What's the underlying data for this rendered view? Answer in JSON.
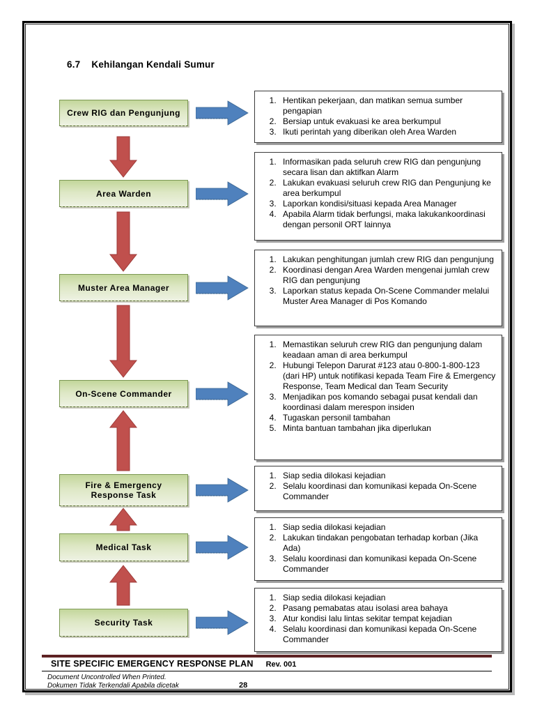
{
  "document": {
    "heading": {
      "number": "6.7",
      "title": "Kehilangan Kendali Sumur"
    }
  },
  "flow": {
    "sections": [
      {
        "node": "Crew RIG dan Pengunjung",
        "items": [
          "Hentikan pekerjaan, dan matikan semua sumber pengapian",
          "Bersiap untuk evakuasi ke area berkumpul",
          "Ikuti perintah yang diberikan oleh Area Warden"
        ]
      },
      {
        "node": "Area Warden",
        "items": [
          "Informasikan pada seluruh crew RIG dan pengunjung secara lisan dan aktifkan Alarm",
          "Lakukan evakuasi seluruh crew RIG dan Pengunjung ke area berkumpul",
          "Laporkan kondisi/situasi kepada Area Manager",
          "Apabila Alarm tidak berfungsi, maka lakukankoordinasi dengan personil ORT lainnya"
        ]
      },
      {
        "node": "Muster Area Manager",
        "items": [
          "Lakukan penghitungan jumlah crew RIG dan pengunjung",
          "Koordinasi dengan Area Warden mengenai jumlah crew RIG dan pengunjung",
          "Laporkan status kepada On-Scene Commander melalui Muster Area Manager di Pos Komando"
        ]
      },
      {
        "node": "On-Scene Commander",
        "items": [
          "Memastikan seluruh crew RIG dan pengunjung dalam keadaan aman di area berkumpul",
          "Hubungi Telepon Darurat #123 atau 0-800-1-800-123 (dari HP) untuk notifikasi kepada Team Fire & Emergency Response, Team Medical dan Team Security",
          "Menjadikan pos komando sebagai pusat kendali dan koordinasi dalam merespon insiden",
          "Tugaskan personil tambahan",
          "Minta bantuan tambahan jika diperlukan"
        ]
      },
      {
        "node": "Fire & Emergency Response Task",
        "items": [
          "Siap sedia dilokasi kejadian",
          "Selalu koordinasi dan komunikasi kepada On-Scene Commander"
        ]
      },
      {
        "node": "Medical Task",
        "items": [
          "Siap sedia dilokasi kejadian",
          "Lakukan tindakan pengobatan terhadap korban (Jika Ada)",
          "Selalu koordinasi dan komunikasi kepada On-Scene Commander"
        ]
      },
      {
        "node": "Security Task",
        "items": [
          "Siap sedia dilokasi kejadian",
          "Pasang pemabatas atau isolasi area bahaya",
          "Atur kondisi lalu lintas sekitar tempat kejadian",
          "Selalu koordinasi dan komunikasi kepada On-Scene Commander"
        ]
      }
    ],
    "connectors": [
      {
        "direction": "down"
      },
      {
        "direction": "down"
      },
      {
        "direction": "down"
      },
      {
        "direction": "up"
      },
      {
        "direction": "up"
      },
      {
        "direction": "up"
      }
    ]
  },
  "footer": {
    "title": "SITE SPECIFIC EMERGENCY RESPONSE PLAN",
    "revision": "Rev. 001",
    "line1": "Document Uncontrolled When Printed.",
    "line2": "Dokumen Tidak Terkendali Apabila dicetak",
    "page_number": "28"
  },
  "colors": {
    "node_fill_top": "#c3d69b",
    "node_fill_bottom": "#eef2e3",
    "node_border": "#7c9854",
    "arrow_blue": "#4f81bd",
    "arrow_red": "#c0504d",
    "footer_maroon": "#5e2223"
  }
}
